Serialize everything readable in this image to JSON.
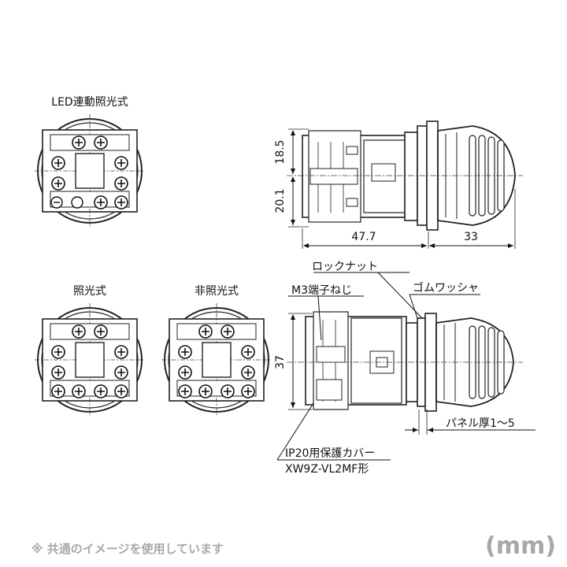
{
  "front_views": {
    "led_linked": {
      "title": "LED連動照光式"
    },
    "illuminated": {
      "title": "照光式"
    },
    "non_illuminated": {
      "title": "非照光式"
    }
  },
  "side_view_top": {
    "dim_upper": "18.5",
    "dim_lower": "20.1",
    "dim_body": "47.7",
    "dim_head": "33"
  },
  "side_view_bottom": {
    "dim_height": "37",
    "label_locknut": "ロックナット",
    "label_terminal_screw": "M3端子ねじ",
    "label_rubber_washer": "ゴムワッシャ",
    "label_panel_thickness": "パネル厚1～5",
    "label_cover": "IP20用保護カバー",
    "label_cover_model": "XW9Z-VL2MF形"
  },
  "footer": {
    "note": "※ 共通のイメージを使用しています",
    "unit": "(mm)"
  }
}
